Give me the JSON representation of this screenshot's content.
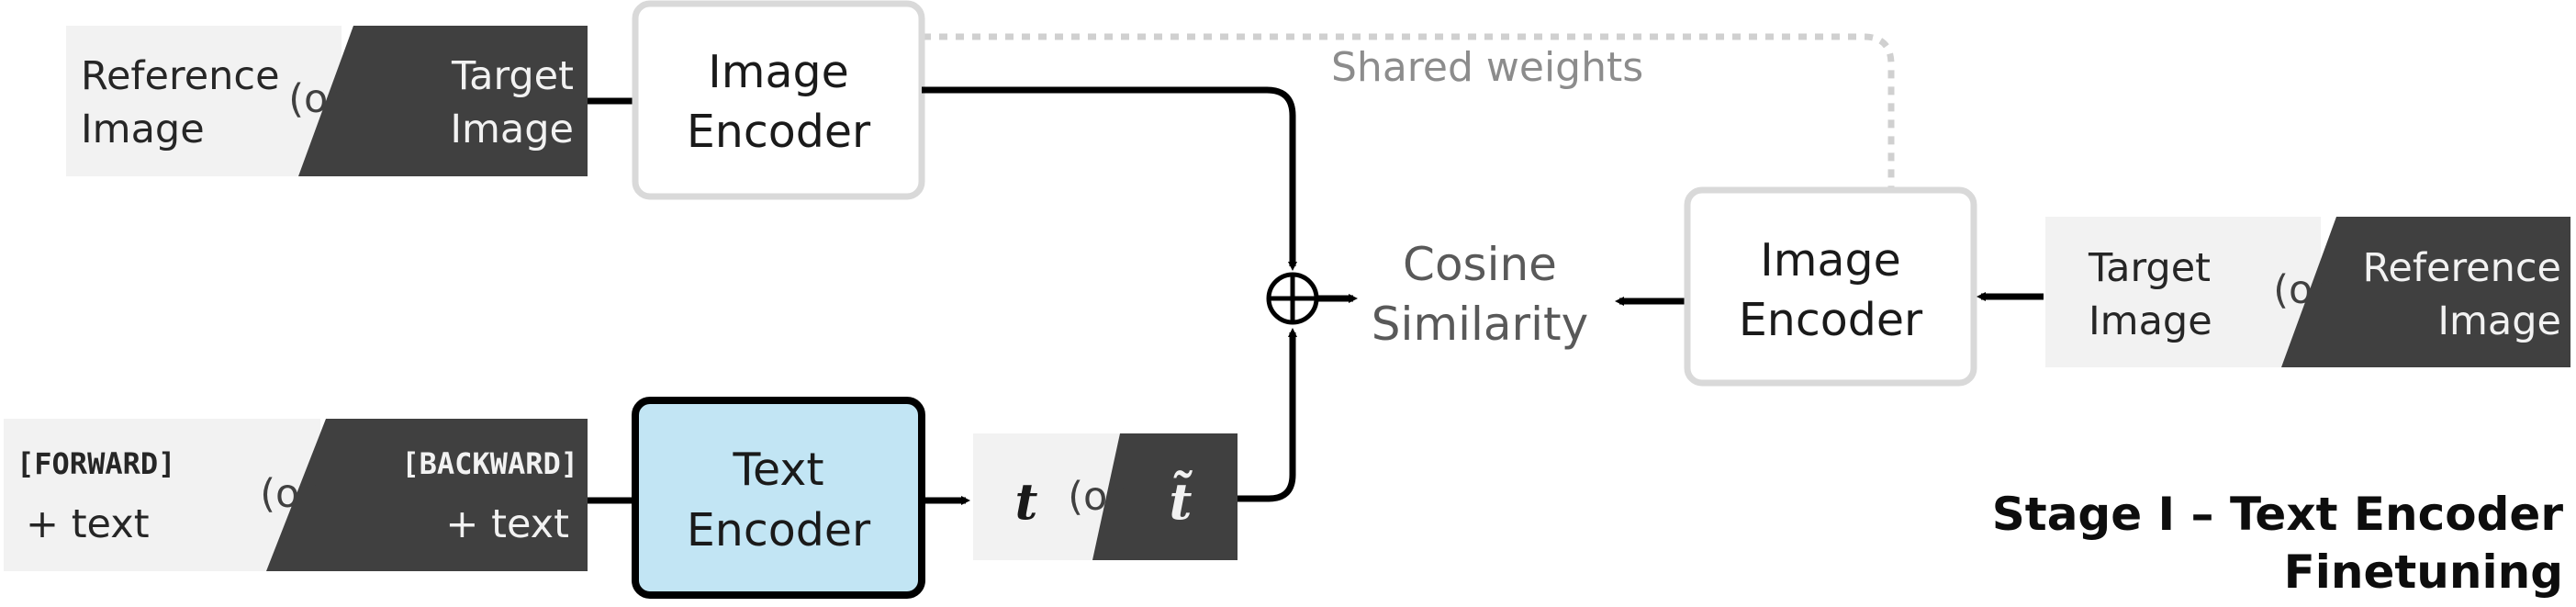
{
  "top_input": {
    "left_label": [
      "Reference",
      "Image"
    ],
    "or": "(or)",
    "right_label": [
      "Target",
      "Image"
    ]
  },
  "image_encoder_top": {
    "label": [
      "Image",
      "Encoder"
    ]
  },
  "shared_weights": "Shared weights",
  "text_input": {
    "left_token": "[FORWARD]",
    "left_suffix": "+ text",
    "or": "(or)",
    "right_token": "[BACKWARD]",
    "right_suffix": "+ text"
  },
  "text_encoder": {
    "label": [
      "Text",
      "Encoder"
    ]
  },
  "token_output": {
    "t": "t",
    "or": "(or)",
    "t_tilde": "t̃"
  },
  "combine_symbol": "⊕",
  "cosine": {
    "label": [
      "Cosine",
      "Similarity"
    ]
  },
  "image_encoder_right": {
    "label": [
      "Image",
      "Encoder"
    ]
  },
  "right_input": {
    "left_label": [
      "Target",
      "Image"
    ],
    "or": "(or)",
    "right_label": [
      "Reference",
      "Image"
    ]
  },
  "stage_title": [
    "Stage I – Text Encoder",
    "Finetuning"
  ],
  "colors": {
    "light_panel": "#f2f2f2",
    "dark_panel": "#404040",
    "text_encoder_fill": "#c2e5f4",
    "encoder_border_gray": "#d9d9d9",
    "shared_weights_gray": "#8c8c8c",
    "dotted_line": "#d0d0d0"
  }
}
